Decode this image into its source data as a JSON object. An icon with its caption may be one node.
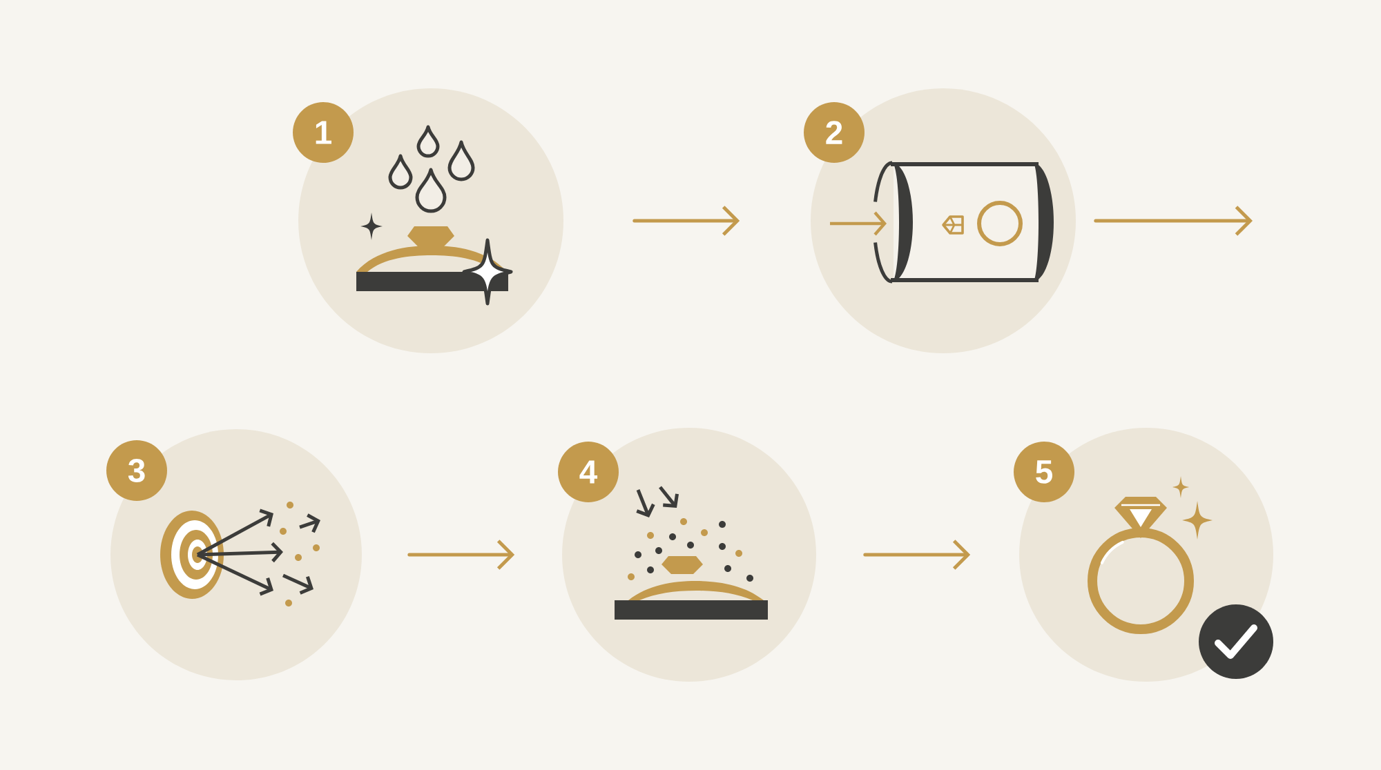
{
  "diagram": {
    "nodes": [
      {
        "text": [],
        "shape": "circle"
      },
      {
        "text": [
          "1"
        ]
      },
      {
        "text": [],
        "shape": "circle"
      },
      {
        "text": [
          "2"
        ]
      },
      {
        "text": [],
        "shape": "circle"
      },
      {
        "text": [
          "3"
        ]
      },
      {
        "text": [],
        "shape": "circle"
      },
      {
        "text": [
          "4"
        ]
      },
      {
        "text": [],
        "shape": "circle"
      },
      {
        "text": [
          "5"
        ]
      }
    ],
    "edges": [
      {
        "from": 0,
        "to": 2,
        "arrow": "to"
      },
      {
        "from": 2,
        "to": null,
        "arrow": "to"
      },
      {
        "from": 4,
        "to": 6,
        "arrow": "to"
      },
      {
        "from": 6,
        "to": 8,
        "arrow": "to"
      }
    ]
  }
}
